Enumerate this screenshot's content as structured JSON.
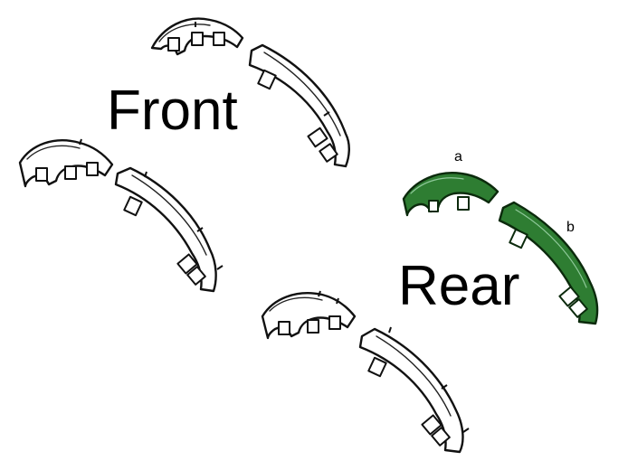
{
  "labels": {
    "front": "Front",
    "rear": "Rear",
    "part_a": "a",
    "part_b": "b"
  },
  "colors": {
    "highlight": "#2e7d32",
    "outline": "#111111",
    "background": "#ffffff"
  }
}
